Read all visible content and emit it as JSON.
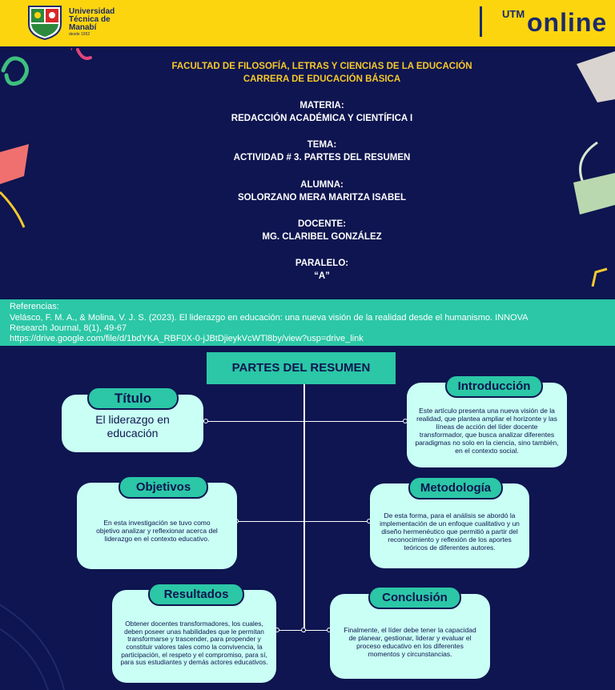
{
  "header": {
    "university_name": "Universidad Técnica de Manabí",
    "university_since": "desde 1952",
    "utm_label": "UTM",
    "online_label": "online"
  },
  "cover": {
    "faculty": "FACULTAD DE FILOSOFÍA, LETRAS Y CIENCIAS DE LA EDUCACIÓN",
    "career": "CARRERA DE EDUCACIÓN BÁSICA",
    "materia_label": "MATERIA:",
    "materia_value": "REDACCIÓN ACADÉMICA Y CIENTÍFICA I",
    "tema_label": "TEMA:",
    "tema_value": "ACTIVIDAD # 3. PARTES DEL RESUMEN",
    "alumna_label": "ALUMNA:",
    "alumna_value": "SOLORZANO MERA MARITZA ISABEL",
    "docente_label": "DOCENTE:",
    "docente_value": "MG. CLARIBEL GONZÁLEZ",
    "paralelo_label": "PARALELO:",
    "paralelo_value": "“A”"
  },
  "references": {
    "heading": "Referencias:",
    "line1": "Velásco, F. M. A., & Molina, V. J. S. (2023). El liderazgo en educación: una nueva visión de la realidad desde el humanismo. INNOVA",
    "line2": "Research Journal, 8(1), 49-67",
    "url": "https://drive.google.com/file/d/1bdYKA_RBF0X-0-jJBtDjieykVcWTl8by/view?usp=drive_link"
  },
  "diagram": {
    "title": "PARTES DEL RESUMEN",
    "titulo": {
      "label": "Título",
      "text": "El liderazgo en educación"
    },
    "introduccion": {
      "label": "Introducción",
      "text": "Este artículo presenta una nueva visión de la realidad, que plantea ampliar el horizonte y las líneas de acción del líder docente transformador, que busca analizar diferentes paradigmas no solo en la ciencia, sino también, en el contexto social."
    },
    "objetivos": {
      "label": "Objetivos",
      "text": "En esta investigación se tuvo como objetivo analizar y reflexionar acerca del liderazgo en el contexto educativo."
    },
    "metodologia": {
      "label": "Metodología",
      "text": "De esta forma, para el análisis se abordó la implementación de un enfoque cualitativo y un diseño hermenéutico que permitió a partir del reconocimiento y reflexión de los aportes teóricos de diferentes autores."
    },
    "resultados": {
      "label": "Resultados",
      "text": "Obtener docentes transformadores, los cuales, deben poseer unas habilidades que le permitan transformarse y trascender, para propender y constituir valores tales como la convivencia, la participación, el respeto y el compromiso, para sí, para sus estudiantes y demás actores educativos."
    },
    "conclusion": {
      "label": "Conclusión",
      "text": "Finalmente, el líder debe tener la capacidad de planear, gestionar, liderar y evaluar el proceso educativo en los diferentes momentos y circunstancias."
    }
  },
  "colors": {
    "navy": "#0e1550",
    "yellow": "#fdd50f",
    "teal": "#2bc7a6",
    "mint": "#c9fff4"
  }
}
